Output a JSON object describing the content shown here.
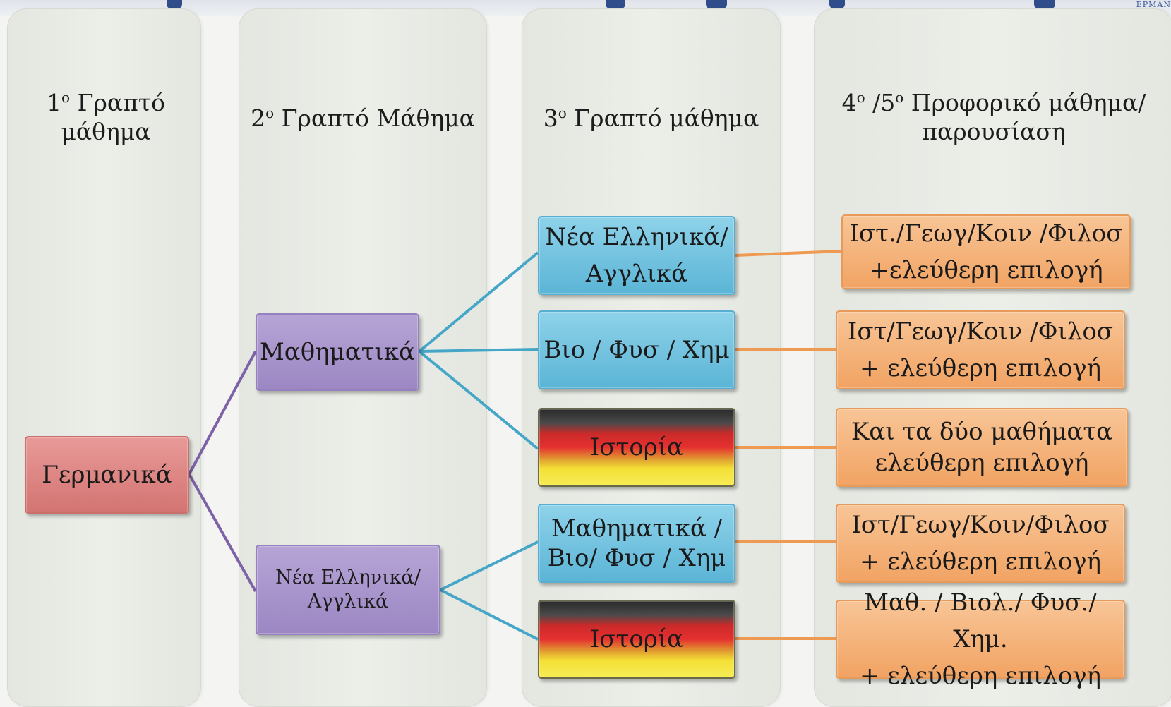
{
  "columns": {
    "col1": {
      "ordinal": "1",
      "sup": "ο",
      "rest": " Γραπτό",
      "line2": "μάθημα"
    },
    "col2": {
      "ordinal": "2",
      "sup": "ο",
      "rest": " Γραπτό Μάθημα"
    },
    "col3": {
      "ordinal": "3",
      "sup": "ο",
      "rest": " Γραπτό μάθημα"
    },
    "col4": {
      "ordinal1": "4",
      "sup1": "ο",
      "sep": " /",
      "ordinal2": "5",
      "sup2": "ο",
      "rest": " Προφορικό μάθημα/",
      "line2": "παρουσίαση"
    }
  },
  "nodes": {
    "german": "Γερμανικά",
    "maths": "Μαθηματικά",
    "greek_english": "Νέα Ελληνικά/\nΑγγλικά",
    "c3_greek_english": "Νέα Ελληνικά/\nΑγγλικά",
    "c3_bio": "Βιο / Φυσ / Χημ",
    "c3_history_a": "Ιστορία",
    "c3_maths_bio": "Μαθηματικά /\nΒιο/ Φυσ / Χημ",
    "c3_history_b": "Ιστορία",
    "c4_a": "Ιστ./Γεωγ/Κοιν /Φιλοσ\n+ελεύθερη επιλογή",
    "c4_b": "Ιστ/Γεωγ/Κοιν /Φιλοσ\n+ ελεύθερη επιλογή",
    "c4_c": "Και τα δύο μαθήματα\nελεύθερη επιλογή",
    "c4_d": "Ιστ/Γεωγ/Κοιν/Φιλοσ\n+ ελεύθερη επιλογή",
    "c4_e": "Μαθ. / Βιολ./ Φυσ./ Χημ.\n+ ελεύθερη επιλογή"
  },
  "logo_text": "ΕΡΜΑΝ",
  "colors": {
    "red": "#d37472",
    "purple": "#9c87c3",
    "blue": "#5bb5d6",
    "orange": "#f1a363",
    "purple_line": "#7d62a8",
    "blue_line": "#46a6c8",
    "orange_line": "#ef9a52"
  }
}
